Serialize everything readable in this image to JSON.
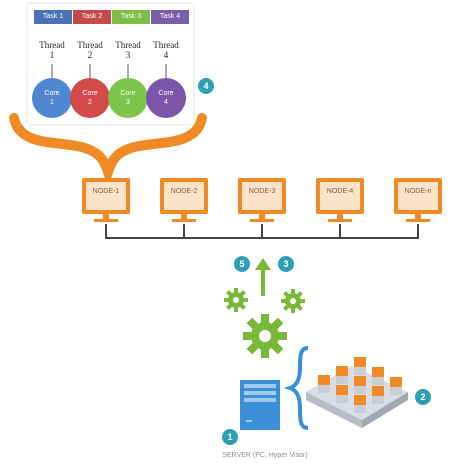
{
  "tasks": [
    {
      "label": "Task 1",
      "color": "#4a73b5"
    },
    {
      "label": "Task 2",
      "color": "#c64a4a"
    },
    {
      "label": "Task 3",
      "color": "#7dbd48"
    },
    {
      "label": "Task 4",
      "color": "#7b5ea8"
    }
  ],
  "threads": [
    {
      "word": "Thread",
      "num": "1"
    },
    {
      "word": "Thread",
      "num": "2"
    },
    {
      "word": "Thread",
      "num": "3"
    },
    {
      "word": "Thread",
      "num": "4"
    }
  ],
  "cores": [
    {
      "word": "Core",
      "num": "1",
      "color": "#4f86d0"
    },
    {
      "word": "Core",
      "num": "2",
      "color": "#d34a4a"
    },
    {
      "word": "Core",
      "num": "3",
      "color": "#7cc44a"
    },
    {
      "word": "Core",
      "num": "4",
      "color": "#7d55a8"
    }
  ],
  "nodes": [
    "NODE-1",
    "NODE-2",
    "NODE-3",
    "NODE-4",
    "NODE-n"
  ],
  "badges": {
    "b1": "1",
    "b2": "2",
    "b3": "3",
    "b4": "4",
    "b5": "5"
  },
  "server_label": "SERVER (PC, Hyper Visor)",
  "colors": {
    "orange": "#f08a24",
    "green": "#7ab83a",
    "teal": "#2e9fb3"
  }
}
